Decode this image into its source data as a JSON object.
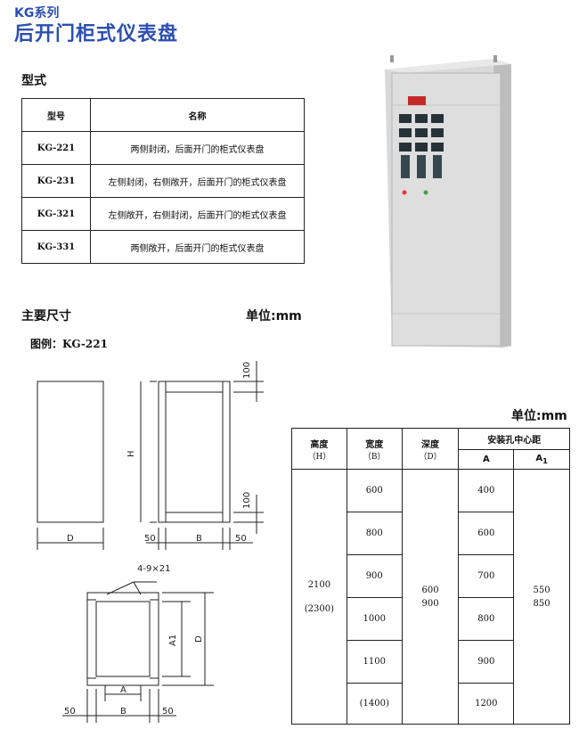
{
  "header": {
    "series": "KG系列",
    "title": "后开门柜式仪表盘"
  },
  "section_type": "型式",
  "models_table": {
    "headers": [
      "型号",
      "名称"
    ],
    "rows": [
      [
        "KG-221",
        "两侧封闭，后面开门的柜式仪表盘"
      ],
      [
        "KG-231",
        "左侧封闭，右侧敞开，后面开门的柜式仪表盘"
      ],
      [
        "KG-321",
        "左侧敞开，右侧封闭，后面开门的柜式仪表盘"
      ],
      [
        "KG-331",
        "两侧敞开，后面开门的柜式仪表盘"
      ]
    ]
  },
  "section_dims": "主要尺寸",
  "unit_label": "单位:mm",
  "example_label": "图例：KG-221",
  "drawing": {
    "front": {
      "width_label": "D"
    },
    "side": {
      "height_label": "H",
      "top_dim": "100",
      "bottom_dim": "100",
      "left_dim": "50",
      "mid_dim": "B",
      "right_dim": "50"
    },
    "plan": {
      "holes_label": "4-9×21",
      "a1_label": "A1",
      "d_label": "D",
      "a_label": "A",
      "left_dim": "50",
      "b_label": "B",
      "right_dim": "50"
    }
  },
  "dims_table": {
    "unit": "单位:mm",
    "headers": {
      "height": "高度",
      "height_sym": "（H）",
      "width": "宽度",
      "width_sym": "（B）",
      "depth": "深度",
      "depth_sym": "（D）",
      "mount": "安装孔中心距",
      "a": "A",
      "a1": "A",
      "a1_sub": "1"
    },
    "height_values": [
      "2100",
      "(2300)"
    ],
    "widths": [
      "600",
      "800",
      "900",
      "1000",
      "1100",
      "(1400)"
    ],
    "depth_values": [
      "600",
      "900"
    ],
    "a_values": [
      "400",
      "600",
      "700",
      "800",
      "900",
      "1200"
    ],
    "a1_values": [
      "550",
      "850"
    ]
  }
}
